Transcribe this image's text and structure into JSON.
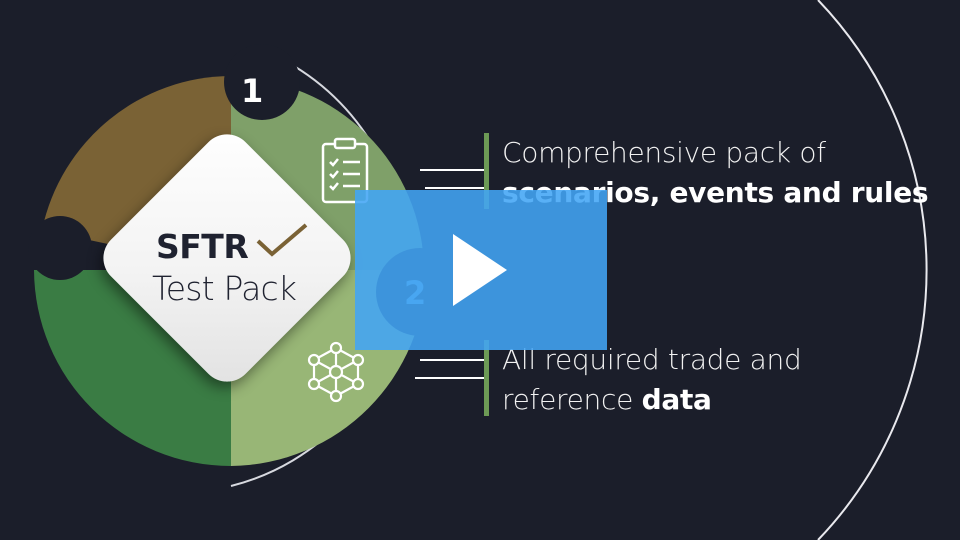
{
  "logo": {
    "title": "SFTR",
    "subtitle": "Test Pack",
    "check_icon": "checkmark-icon"
  },
  "steps": [
    {
      "number": "1",
      "icon": "clipboard-checklist-icon"
    },
    {
      "number": "2",
      "icon": "network-nodes-icon"
    }
  ],
  "features": [
    {
      "line1": "Comprehensive pack of",
      "line2": "scenarios, events and rules"
    },
    {
      "line1": "All required trade and",
      "line2_light": "reference",
      "line2_bold": "data"
    }
  ],
  "player": {
    "control": "play-icon"
  },
  "colors": {
    "background": "#1b1e2a",
    "segment_olive": "#7a6235",
    "segment_sage": "#7fa069",
    "segment_green": "#3a7c44",
    "segment_light_green": "#98b676",
    "accent_bar": "#6d9a55",
    "play_overlay": "#42a5f5"
  }
}
